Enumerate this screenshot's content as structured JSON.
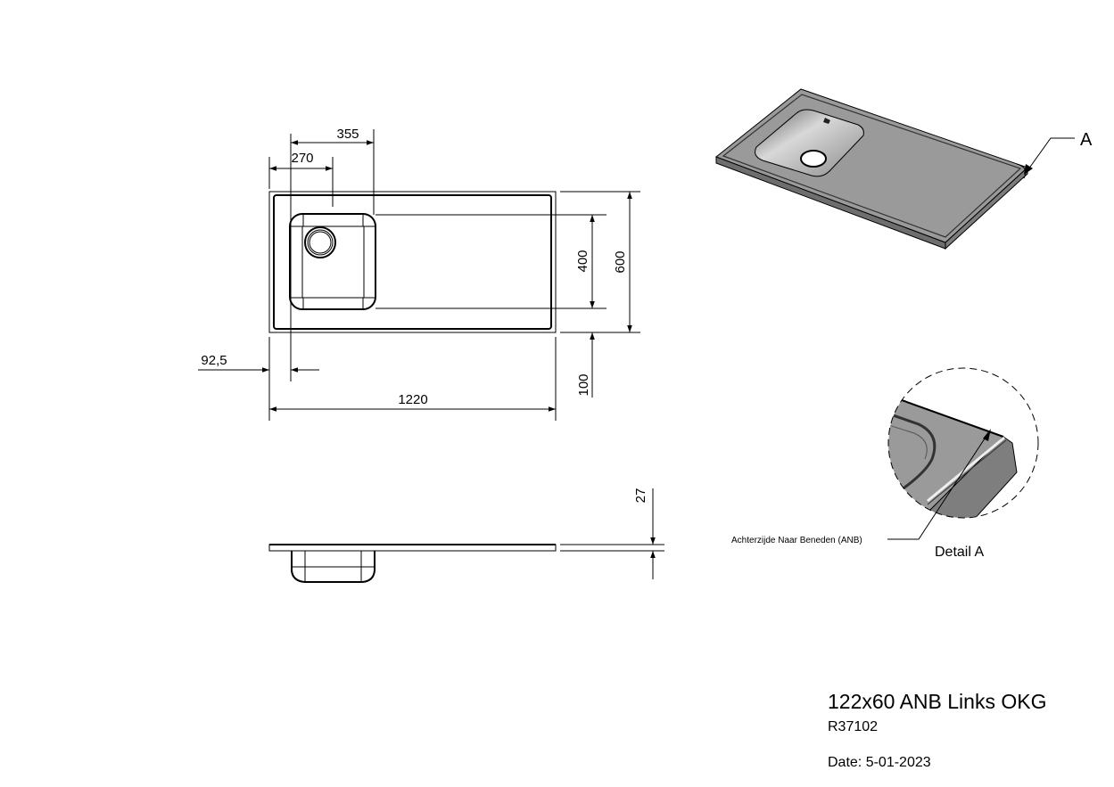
{
  "title": "122x60 ANB Links OKG",
  "article_number": "R37102",
  "date": "Date: 5-01-2023",
  "dimensions": {
    "bowl_right_offset": "355",
    "bowl_left_offset": "270",
    "bowl_depth": "400",
    "total_depth": "600",
    "front_offset": "100",
    "side_offset": "92,5",
    "total_width": "1220",
    "thickness": "27"
  },
  "detail_marker": "A",
  "detail_label": "Detail A",
  "detail_annotation": "Achterzijde Naar Beneden (ANB)",
  "colors": {
    "line": "#000000",
    "surface": "#9a9a9a",
    "surface_dark": "#6e6e6e",
    "highlight": "#e8e8e8"
  }
}
